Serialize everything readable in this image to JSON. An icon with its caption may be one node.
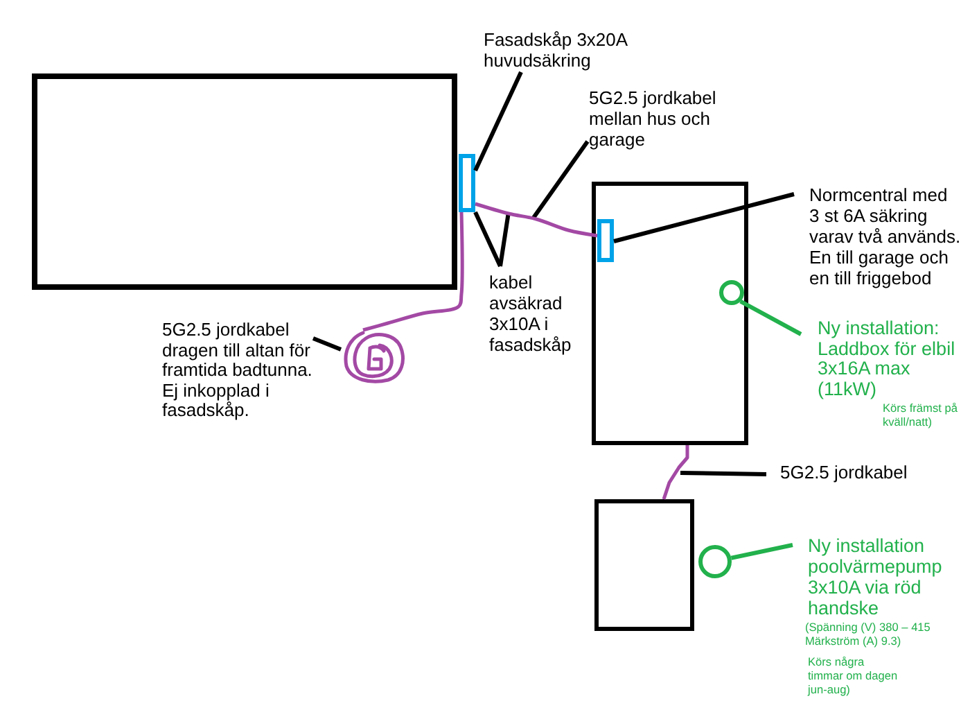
{
  "diagram": {
    "nodes": [
      {
        "text": [],
        "shape": "box"
      },
      {
        "text": [],
        "shape": "box"
      },
      {
        "text": [],
        "shape": "box"
      },
      {
        "text": [],
        "shape": "box",
        "in": 2
      },
      {
        "text": [],
        "shape": "circle",
        "in": 2
      },
      {
        "text": [],
        "shape": "box"
      },
      {
        "text": [],
        "shape": "circle"
      },
      {
        "text": [],
        "shape": "coil"
      },
      {
        "text": [
          "Fasadskåp 3x20A huvudsäkring"
        ]
      },
      {
        "text": [
          "5G2.5 jordkabel mellan hus och garage"
        ]
      },
      {
        "text": [
          "kabel avsäkrad 3x10A i fasadskåp"
        ]
      },
      {
        "text": [
          "Normcentral med 3 st 6A säkring varav två används. En till garage och en till friggebod"
        ]
      },
      {
        "text": [
          "Ny installation: Laddbox för elbil 3x16A max (11kW)",
          "Körs främst på kväll/natt)"
        ]
      },
      {
        "text": [
          "5G2.5 jordkabel dragen till altan för framtida badtunna. Ej inkopplad i fasadskåp."
        ]
      },
      {
        "text": [
          "5G2.5 jordkabel"
        ]
      },
      {
        "text": [
          "Ny installation poolvärmepump 3x10A via röd handske",
          "(Spänning (V) 380 – 415 Märkström (A) 9.3)",
          "Körs några timmar om dagen jun-aug)"
        ]
      }
    ],
    "edges": [
      {
        "from": 8,
        "to": 1,
        "arrow": "none"
      },
      {
        "from": 9,
        "to": null,
        "arrow": "none"
      },
      {
        "from": 10,
        "to": 1,
        "arrow": "none"
      },
      {
        "from": 10,
        "to": null,
        "arrow": "none"
      },
      {
        "from": 11,
        "to": 3,
        "arrow": "none"
      },
      {
        "from": 12,
        "to": 4,
        "arrow": "none",
        "color": "#22b14c"
      },
      {
        "from": 13,
        "to": 7,
        "arrow": "none"
      },
      {
        "from": 14,
        "to": null,
        "arrow": "none"
      },
      {
        "from": 15,
        "to": 6,
        "arrow": "none",
        "color": "#22b14c"
      },
      {
        "from": 1,
        "to": 3,
        "arrow": "none",
        "color": "#a349a4"
      },
      {
        "from": 1,
        "to": 7,
        "arrow": "none",
        "color": "#a349a4"
      },
      {
        "from": 2,
        "to": 5,
        "arrow": "none",
        "color": "#a349a4"
      }
    ]
  }
}
